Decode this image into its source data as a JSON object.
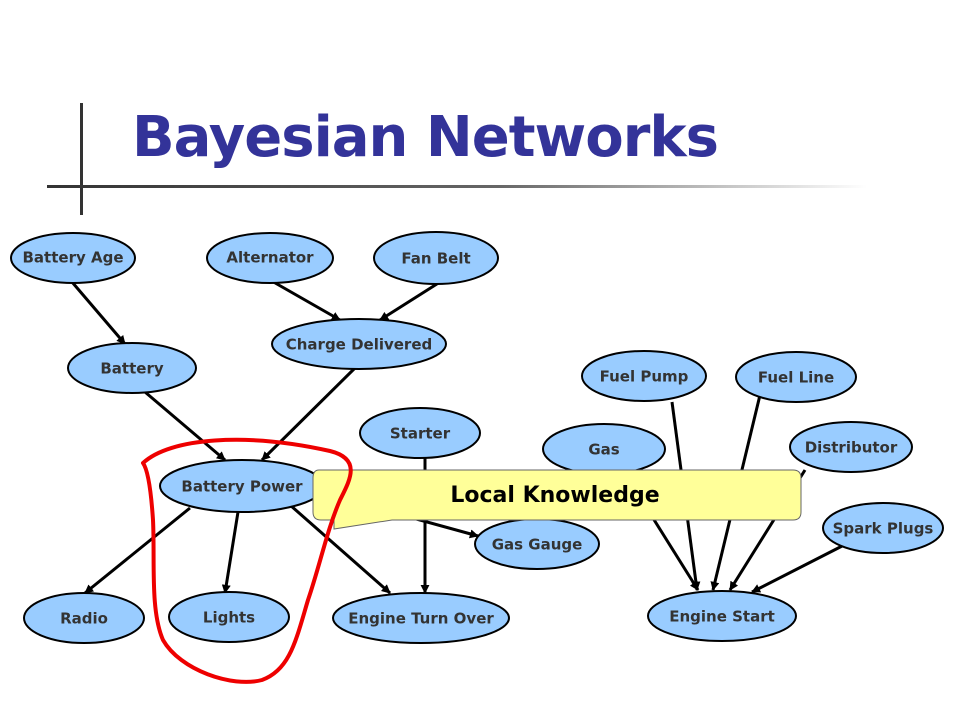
{
  "slide": {
    "title": "Bayesian Networks"
  },
  "callout": {
    "label": "Local Knowledge"
  },
  "nodes": {
    "battery_age": "Battery Age",
    "alternator": "Alternator",
    "fan_belt": "Fan Belt",
    "charge_delivered": "Charge Delivered",
    "battery": "Battery",
    "starter": "Starter",
    "battery_power": "Battery Power",
    "gas": "Gas",
    "fuel_pump": "Fuel Pump",
    "fuel_line": "Fuel Line",
    "distributor": "Distributor",
    "spark_plugs": "Spark Plugs",
    "gas_gauge": "Gas Gauge",
    "radio": "Radio",
    "lights": "Lights",
    "engine_turn_over": "Engine Turn Over",
    "engine_start": "Engine Start"
  },
  "colors": {
    "title": "#333399",
    "node_fill": "#99ccff",
    "node_stroke": "#000000",
    "callout_fill": "#ffff99",
    "highlight": "#ee0000"
  }
}
